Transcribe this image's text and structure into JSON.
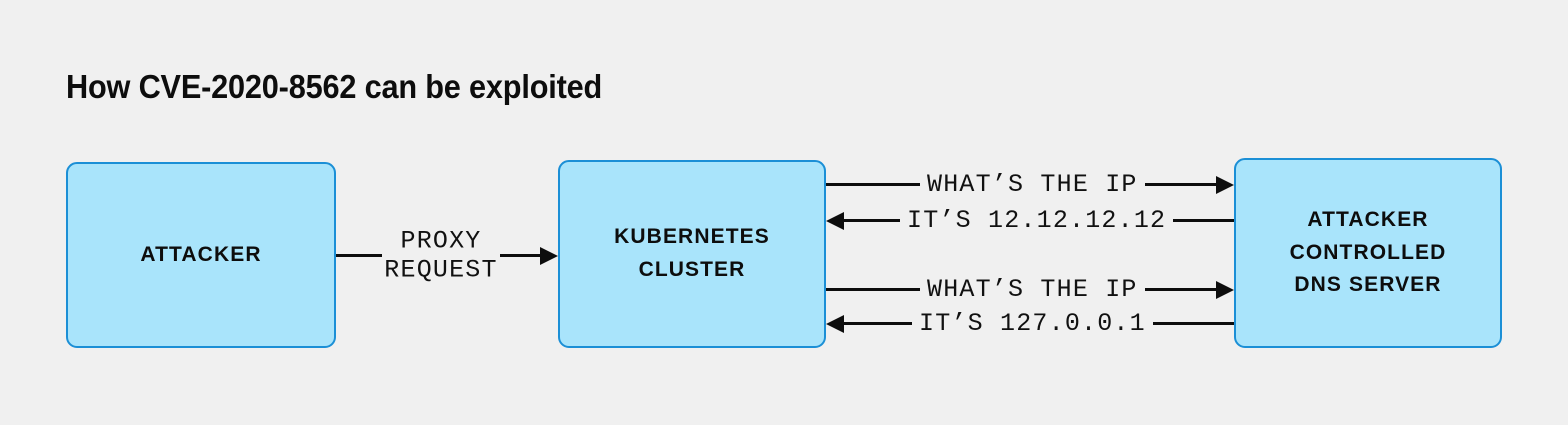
{
  "page": {
    "title": "How CVE-2020-8562 can be exploited",
    "background_color": "#f0f0f0"
  },
  "theme": {
    "node_fill": "#a9e4fb",
    "node_border": "#1b8fd6",
    "line_color": "#0d0d0d",
    "text_color": "#0d0d0d"
  },
  "nodes": [
    {
      "id": "attacker",
      "label": "ATTACKER"
    },
    {
      "id": "cluster",
      "label": "KUBERNETES\nCLUSTER"
    },
    {
      "id": "dns",
      "label": "ATTACKER\nCONTROLLED\nDNS SERVER"
    }
  ],
  "edges": [
    {
      "id": "proxy-request",
      "from": "attacker",
      "to": "cluster",
      "direction": "right",
      "label": "PROXY\nREQUEST"
    },
    {
      "id": "query-1",
      "from": "cluster",
      "to": "dns",
      "direction": "right",
      "label": "WHAT’S THE IP"
    },
    {
      "id": "answer-1",
      "from": "dns",
      "to": "cluster",
      "direction": "left",
      "label": "IT’S 12.12.12.12"
    },
    {
      "id": "query-2",
      "from": "cluster",
      "to": "dns",
      "direction": "right",
      "label": "WHAT’S THE IP"
    },
    {
      "id": "answer-2",
      "from": "dns",
      "to": "cluster",
      "direction": "left",
      "label": "IT’S 127.0.0.1"
    }
  ]
}
